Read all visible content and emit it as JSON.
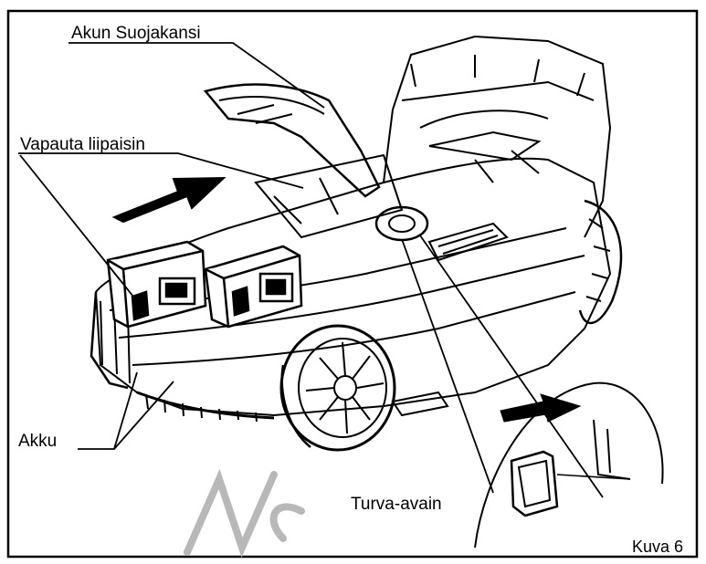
{
  "labels": {
    "battery_cover": "Akun Suojakansi",
    "release_trigger": "Vapauta liipaisin",
    "battery": "Akku",
    "safety_key": "Turva-avain",
    "figure_caption": "Kuva 6"
  },
  "colors": {
    "line": "#000000",
    "background": "#ffffff",
    "watermark": "#b8b8b8"
  }
}
